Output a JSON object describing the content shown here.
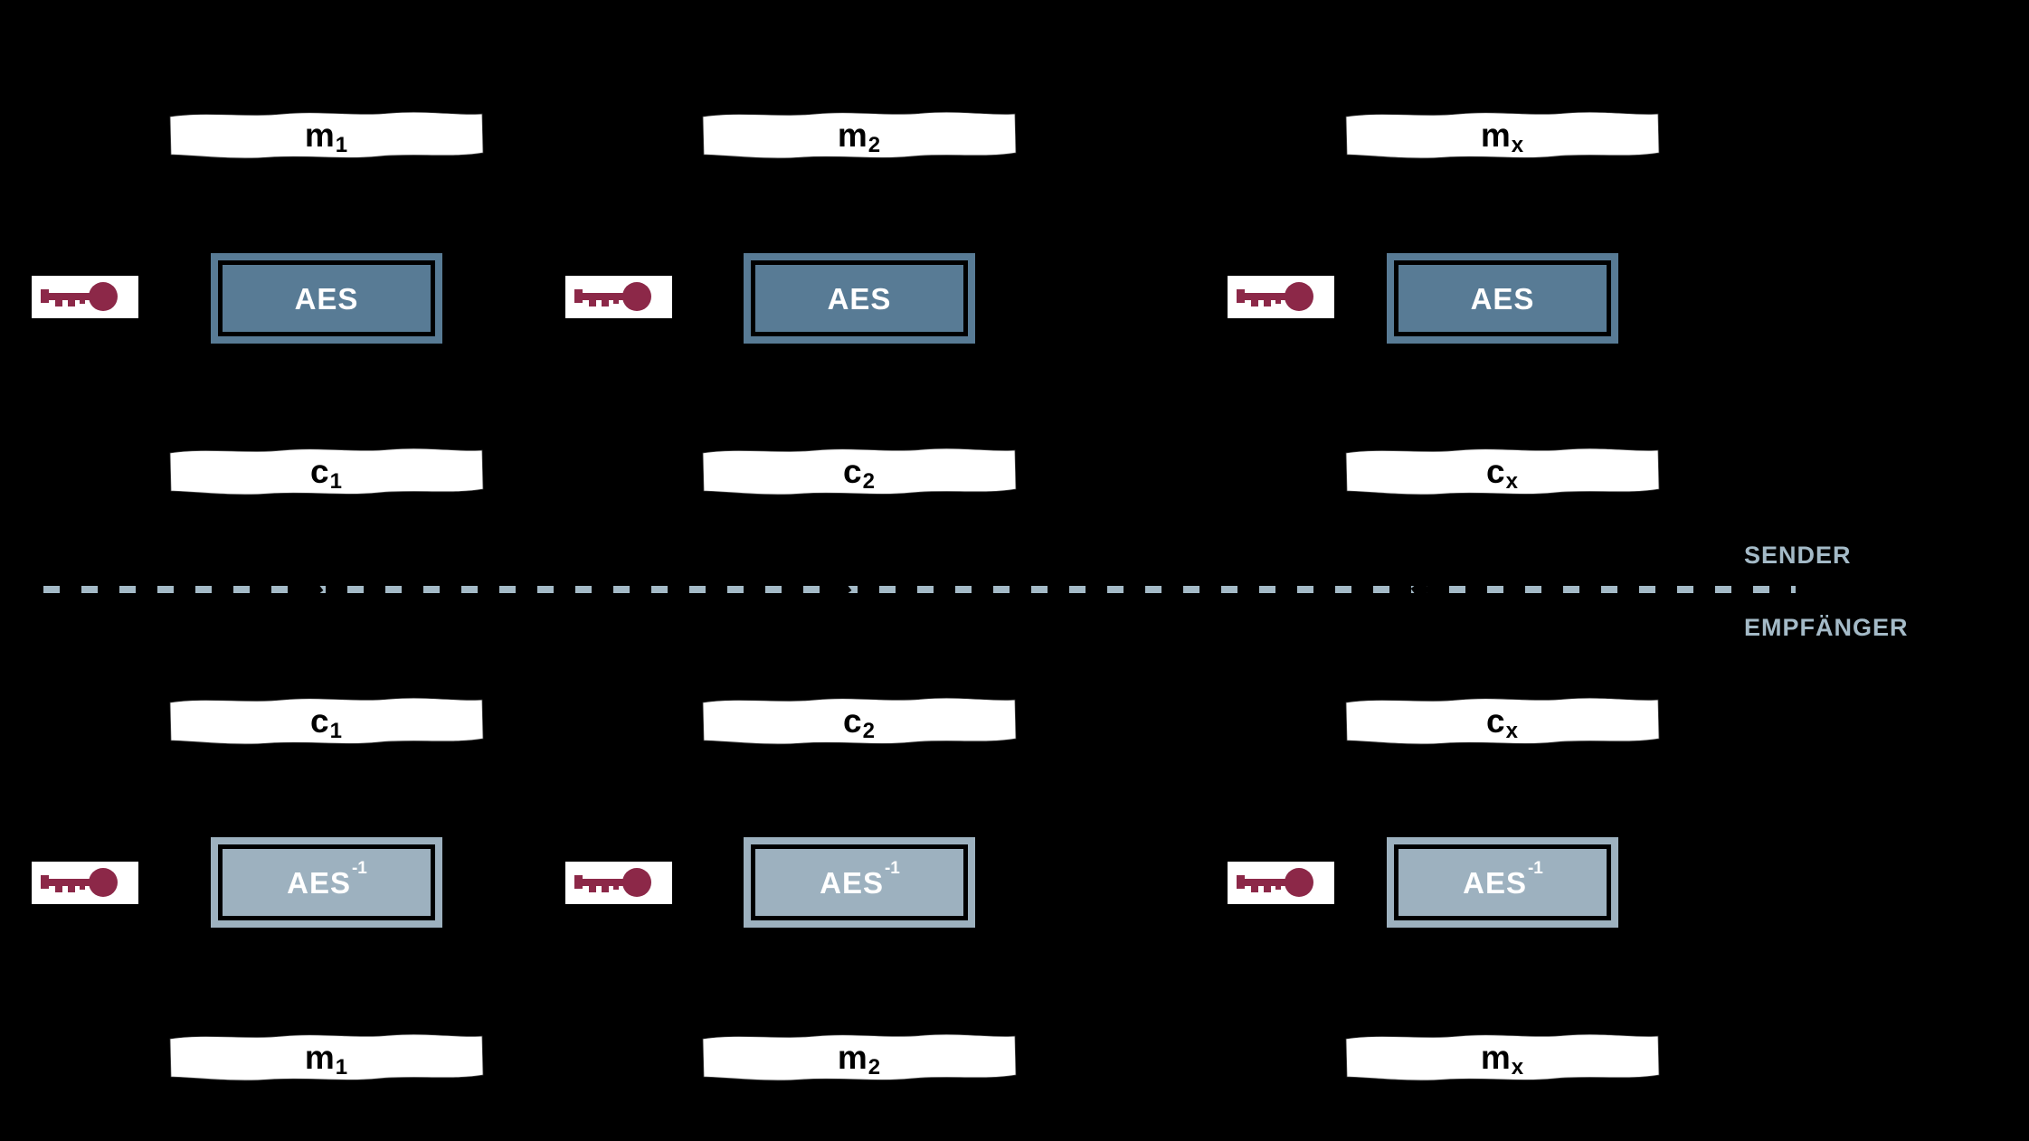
{
  "colors": {
    "canvas_bg": "#000000",
    "block_bg": "#ffffff",
    "block_text": "#000000",
    "aes_fill": "#587b95",
    "aes_inv_fill": "#9db1bf",
    "box_text": "#ffffff",
    "key_color": "#8c2848",
    "divider_color": "#a4bac7"
  },
  "divider": {
    "sender_label": "SENDER",
    "receiver_label": "EMPFÄNGER"
  },
  "sender_section": {
    "message_blocks": [
      {
        "base": "m",
        "sub": "1"
      },
      {
        "base": "m",
        "sub": "2"
      },
      {
        "base": "m",
        "sub": "x"
      }
    ],
    "aes_boxes": [
      {
        "label": "AES"
      },
      {
        "label": "AES"
      },
      {
        "label": "AES"
      }
    ],
    "cipher_blocks": [
      {
        "base": "c",
        "sub": "1"
      },
      {
        "base": "c",
        "sub": "2"
      },
      {
        "base": "c",
        "sub": "x"
      }
    ]
  },
  "receiver_section": {
    "cipher_blocks": [
      {
        "base": "c",
        "sub": "1"
      },
      {
        "base": "c",
        "sub": "2"
      },
      {
        "base": "c",
        "sub": "x"
      }
    ],
    "aes_boxes": [
      {
        "label": "AES",
        "sup": "-1"
      },
      {
        "label": "AES",
        "sup": "-1"
      },
      {
        "label": "AES",
        "sup": "-1"
      }
    ],
    "message_blocks": [
      {
        "base": "m",
        "sub": "1"
      },
      {
        "base": "m",
        "sub": "2"
      },
      {
        "base": "m",
        "sub": "x"
      }
    ]
  },
  "icons": {
    "key": "key-icon"
  }
}
